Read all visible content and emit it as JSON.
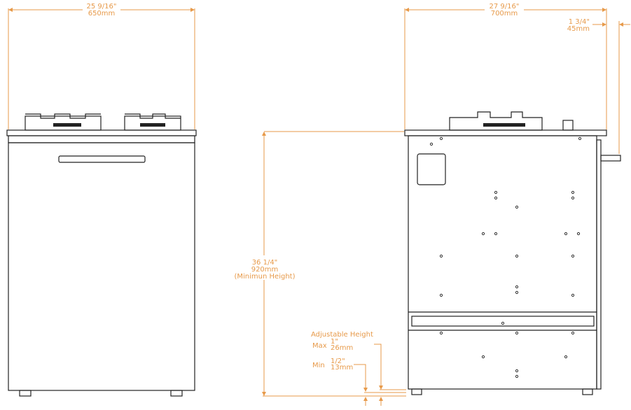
{
  "colors": {
    "dimension": "#e79a4a",
    "outline": "#222222"
  },
  "front_view": {
    "width_in": "25 9/16\"",
    "width_mm": "650mm"
  },
  "side_view": {
    "depth_in": "27 9/16\"",
    "depth_mm": "700mm",
    "overhang_in": "1 3/4\"",
    "overhang_mm": "45mm",
    "height_in": "36 1/4\"",
    "height_mm": "920mm",
    "height_note": "(Minimun Height)",
    "adjustable_title": "Adjustable Height",
    "max_label": "Max",
    "max_in": "1\"",
    "max_mm": "26mm",
    "min_label": "Min",
    "min_in": "1/2\"",
    "min_mm": "13mm"
  }
}
